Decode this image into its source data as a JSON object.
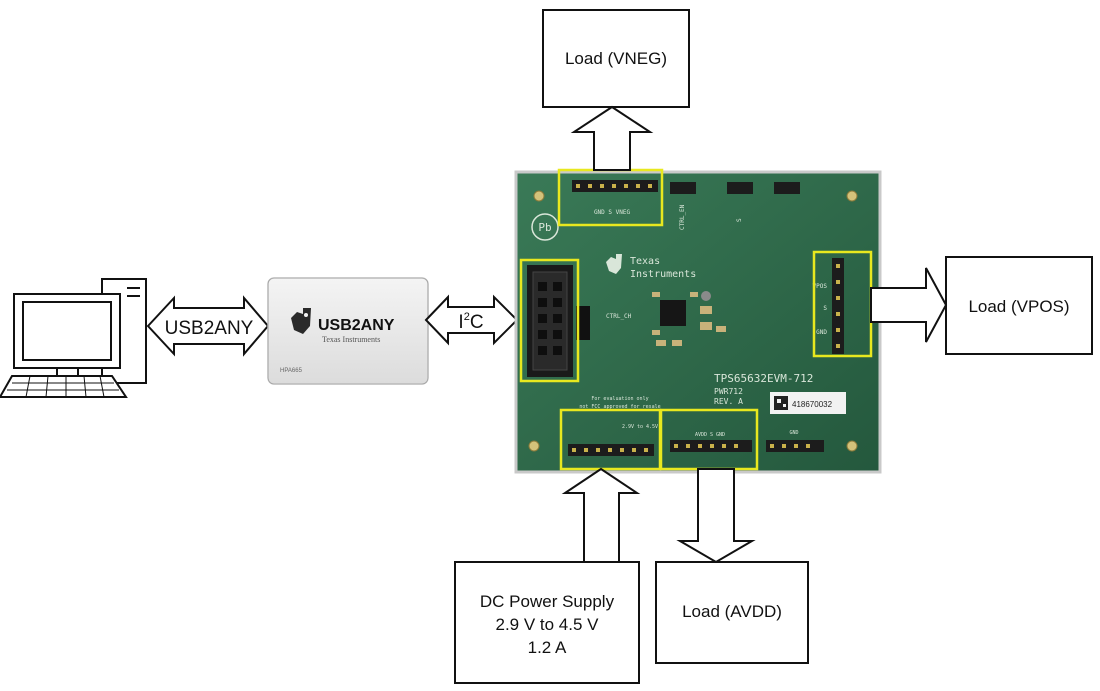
{
  "boxes": {
    "load_vneg": "Load (VNEG)",
    "load_vpos": "Load (VPOS)",
    "load_avdd": "Load (AVDD)",
    "dc_supply": {
      "line1": "DC Power Supply",
      "line2": "2.9 V to 4.5 V",
      "line3": "1.2 A"
    }
  },
  "arrows": {
    "usb_link": "USB2ANY",
    "i2c_main": "I",
    "i2c_sup": "2",
    "i2c_tail": "C"
  },
  "usb2any_device": {
    "logo": "USB2ANY",
    "brand": "Texas Instruments",
    "tag": "HPA665"
  },
  "evm_board": {
    "brand_line1": "Texas",
    "brand_line2": "Instruments",
    "pb_mark": "Pb",
    "part_number": "TPS65632EVM-712",
    "pwr_code": "PWR712",
    "revision": "REV. A",
    "barcode_number": "418670032",
    "note_line1": "For evaluation only",
    "note_line2": "not FCC approved for resale",
    "hdr_top_label": "GND   S   VNEG",
    "hdr_right_labels": [
      "VPOS",
      "S",
      "GND"
    ],
    "hdr_bl_label": "2.9V to 4.5V",
    "hdr_bm_label": "AVDD  S   GND",
    "hdr_br_label": "GND",
    "jumper_label_1": "CTRL_EN",
    "jumper_label_2": "S",
    "chip_label": "CTRL_CH"
  },
  "colors": {
    "pcb_green": "#2f6b4c",
    "highlight_yellow": "#e8e81f",
    "outline": "#111111"
  }
}
